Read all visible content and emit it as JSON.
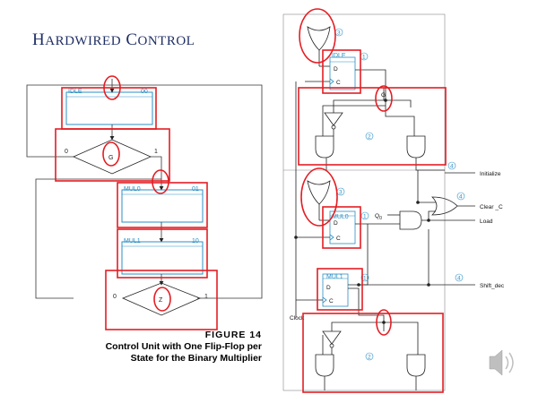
{
  "slide": {
    "title_first_cap": "H",
    "title_first_rest": "ARDWIRED",
    "title_second_cap": "C",
    "title_second_rest": "ONTROL",
    "caption_figure": "FIGURE  14",
    "caption_line1": "Control Unit with One Flip-Flop per",
    "caption_line2": "State for the Binary Multiplier"
  },
  "state_diagram": {
    "states": [
      {
        "name": "IDLE",
        "code": "00"
      },
      {
        "name": "MUL0",
        "code": "01"
      },
      {
        "name": "MUL1",
        "code": "10"
      }
    ],
    "decisions": [
      {
        "cond": "G",
        "false_label": "0",
        "true_label": "1"
      },
      {
        "cond": "Z",
        "false_label": "0",
        "true_label": "1"
      }
    ]
  },
  "circuit": {
    "flipflops": [
      "IDLE",
      "MUL0",
      "MUL1"
    ],
    "ff_d": "D",
    "ff_c": "C",
    "inputs": {
      "g": "G",
      "q0": "Q",
      "q0_sub": "0",
      "clock": "Clock"
    },
    "outputs": [
      "Initialize",
      "Clear _C",
      "Load",
      "Shift_dec"
    ],
    "markers": [
      "1",
      "2",
      "3",
      "4"
    ]
  },
  "colors": {
    "title": "#1f2f66",
    "highlight": "#e31e24",
    "label": "#2b8fc4",
    "line": "#222222"
  }
}
